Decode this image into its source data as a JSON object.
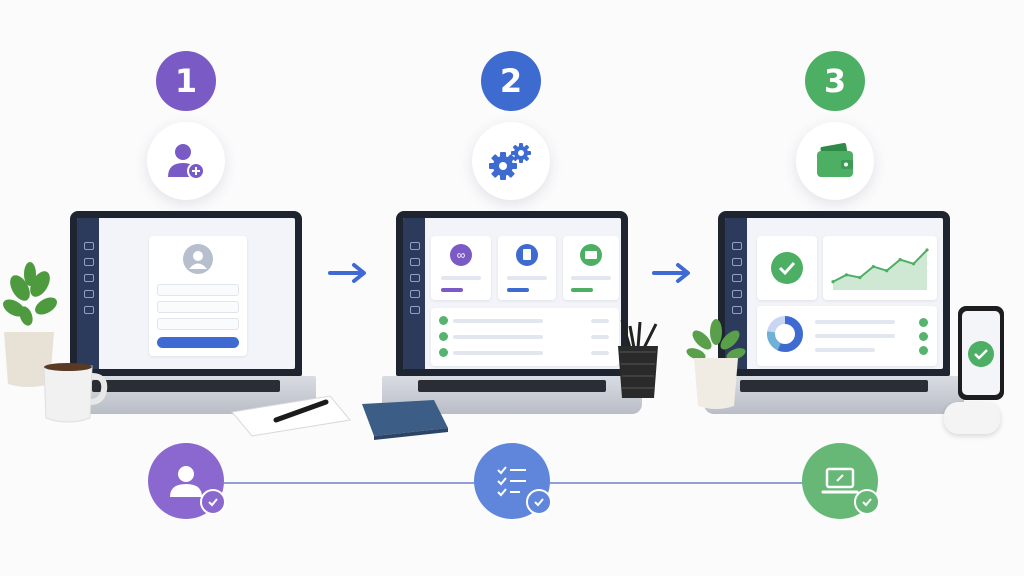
{
  "steps": [
    {
      "number": "1",
      "color": "#7a5bc6",
      "icon": "add-user-icon",
      "bottom_icon": "user-verified-icon",
      "bottom_color": "#8a68cf"
    },
    {
      "number": "2",
      "color": "#3e6bd0",
      "icon": "gears-icon",
      "bottom_icon": "checklist-icon",
      "bottom_color": "#5f86db"
    },
    {
      "number": "3",
      "color": "#4caf63",
      "icon": "wallet-icon",
      "bottom_icon": "laptop-verified-icon",
      "bottom_color": "#67b877"
    }
  ],
  "colors": {
    "connector": "#8fa0d9",
    "arrow": "#3f6ad4"
  },
  "chart_data": {
    "type": "line",
    "values": [
      12,
      22,
      18,
      34,
      28,
      44,
      38,
      58
    ]
  }
}
